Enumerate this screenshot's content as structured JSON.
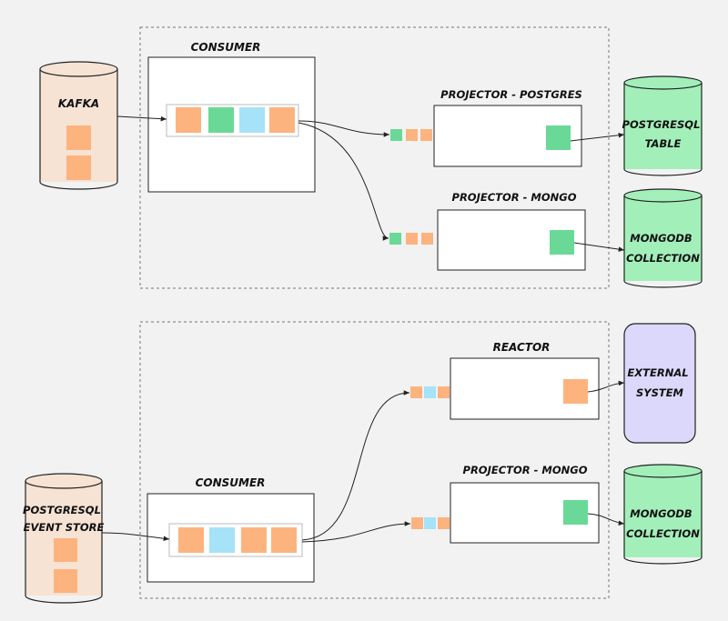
{
  "colors": {
    "background": "#f2f2f2",
    "kafka_fill": "#f6e3d4",
    "postgres_store_fill": "#f6e3d4",
    "db_fill": "#a3efba",
    "external_fill": "#dcd8fb",
    "event_orange": "#fdb37e",
    "event_green": "#6ad998",
    "event_blue": "#a6e2f8",
    "stroke": "#222222",
    "boundary": "#777777"
  },
  "top": {
    "source": {
      "lines": [
        "KAFKA"
      ]
    },
    "consumer": {
      "label": "CONSUMER"
    },
    "projector_postgres": {
      "label": "PROJECTOR - POSTGRES"
    },
    "projector_mongo": {
      "label": "PROJECTOR - MONGO"
    },
    "postgresql_table": {
      "lines": [
        "POSTGRESQL",
        "TABLE"
      ]
    },
    "mongodb_collection": {
      "lines": [
        "MONGODB",
        "COLLECTION"
      ]
    }
  },
  "bottom": {
    "source": {
      "lines": [
        "POSTGRESQL",
        "EVENT STORE"
      ]
    },
    "consumer": {
      "label": "CONSUMER"
    },
    "reactor": {
      "label": "REACTOR"
    },
    "projector_mongo": {
      "label": "PROJECTOR - MONGO"
    },
    "external_system": {
      "lines": [
        "EXTERNAL",
        "SYSTEM"
      ]
    },
    "mongodb_collection": {
      "lines": [
        "MONGODB",
        "COLLECTION"
      ]
    }
  }
}
